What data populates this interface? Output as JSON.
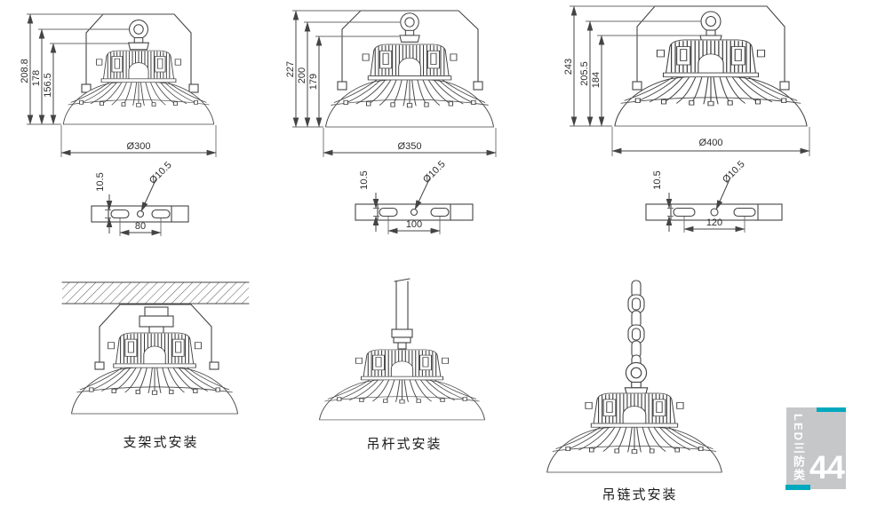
{
  "figures": {
    "dim_300": {
      "height_total": "208.8",
      "height_to_ring": "178",
      "height_body": "156.5",
      "diameter": "Ø300"
    },
    "dim_350": {
      "height_total": "227",
      "height_to_ring": "200",
      "height_body": "179",
      "diameter": "Ø350"
    },
    "dim_400": {
      "height_total": "243",
      "height_to_ring": "205.5",
      "height_body": "184",
      "diameter": "Ø400"
    },
    "plate_80": {
      "slot_width": "10.5",
      "hole_diameter": "Ø10.5",
      "hole_spacing": "80"
    },
    "plate_100": {
      "slot_width": "10.5",
      "hole_diameter": "Ø10.5",
      "hole_spacing": "100"
    },
    "plate_120": {
      "slot_width": "10.5",
      "hole_diameter": "Ø10.5",
      "hole_spacing": "120"
    },
    "install_bracket": {
      "caption": "支架式安装"
    },
    "install_rod": {
      "caption": "吊杆式安装"
    },
    "install_chain": {
      "caption": "吊链式安装"
    }
  },
  "side_tab": {
    "category": "LED三防类",
    "page_number": "44",
    "accent_color": "#00a9bd",
    "background": "#c6c7c9"
  }
}
